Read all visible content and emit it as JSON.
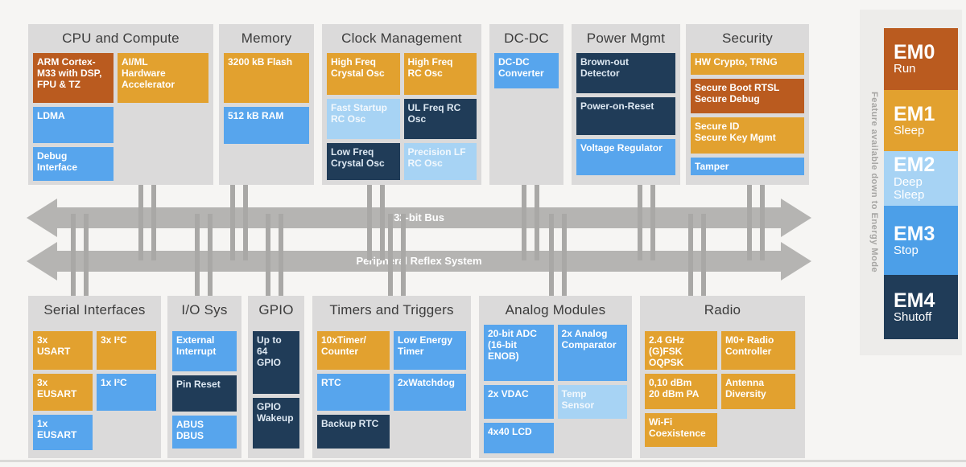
{
  "palette": {
    "gold": "#e2a12f",
    "rust": "#ba5b1f",
    "blue": "#57a5ed",
    "light_blue": "#a7d3f4",
    "navy": "#203c58",
    "em3_blue": "#4c9fe8",
    "section_bg": "#dbdada",
    "bus_gray": "#b5b4b2",
    "page_bg": "#f6f5f3"
  },
  "buses": [
    {
      "label": "32-bit Bus"
    },
    {
      "label": "Peripheral Reflex System"
    }
  ],
  "top_sections": [
    {
      "title": "CPU and Compute",
      "blocks": [
        {
          "label": "ARM Cortex-\nM33 with DSP,\nFPU & TZ",
          "color": "rust"
        },
        {
          "label": "AI/ML\nHardware\nAccelerator",
          "color": "gold"
        },
        {
          "label": "LDMA",
          "color": "blue"
        },
        {
          "label": "Debug\nInterface",
          "color": "blue"
        }
      ]
    },
    {
      "title": "Memory",
      "blocks": [
        {
          "label": "3200 kB Flash",
          "color": "gold"
        },
        {
          "label": "512 kB RAM",
          "color": "blue"
        }
      ]
    },
    {
      "title": "Clock Management",
      "blocks": [
        {
          "label": "High Freq\nCrystal Osc",
          "color": "gold"
        },
        {
          "label": "High Freq\nRC Osc",
          "color": "gold"
        },
        {
          "label": "Fast Startup\nRC Osc",
          "color": "light_blue"
        },
        {
          "label": "UL Freq RC\nOsc",
          "color": "navy"
        },
        {
          "label": "Low Freq\nCrystal Osc",
          "color": "navy"
        },
        {
          "label": "Precision LF\nRC Osc",
          "color": "light_blue"
        }
      ]
    },
    {
      "title": "DC-DC",
      "blocks": [
        {
          "label": "DC-DC\nConverter",
          "color": "blue"
        }
      ]
    },
    {
      "title": "Power Mgmt",
      "blocks": [
        {
          "label": "Brown-out\nDetector",
          "color": "navy"
        },
        {
          "label": "Power-on-Reset",
          "color": "navy"
        },
        {
          "label": "Voltage Regulator",
          "color": "blue"
        }
      ]
    },
    {
      "title": "Security",
      "blocks": [
        {
          "label": "HW Crypto, TRNG",
          "color": "gold"
        },
        {
          "label": "Secure Boot RTSL\nSecure Debug",
          "color": "rust"
        },
        {
          "label": "Secure ID\nSecure Key Mgmt",
          "color": "gold"
        },
        {
          "label": "Tamper",
          "color": "blue"
        }
      ]
    }
  ],
  "bottom_sections": [
    {
      "title": "Serial Interfaces",
      "blocks": [
        {
          "label": "3x\nUSART",
          "color": "gold"
        },
        {
          "label": "3x I²C",
          "color": "gold"
        },
        {
          "label": "3x\nEUSART",
          "color": "gold"
        },
        {
          "label": "1x I²C",
          "color": "blue"
        },
        {
          "label": "1x\nEUSART",
          "color": "blue"
        }
      ]
    },
    {
      "title": "I/O Sys",
      "blocks": [
        {
          "label": "External\nInterrupt",
          "color": "blue"
        },
        {
          "label": "Pin Reset",
          "color": "navy"
        },
        {
          "label": "ABUS\nDBUS",
          "color": "blue"
        }
      ]
    },
    {
      "title": "GPIO",
      "blocks": [
        {
          "label": "Up to\n64\nGPIO",
          "color": "navy"
        },
        {
          "label": "GPIO\nWakeup",
          "color": "navy"
        }
      ]
    },
    {
      "title": "Timers and Triggers",
      "blocks": [
        {
          "label": "10xTimer/\nCounter",
          "color": "gold"
        },
        {
          "label": "Low Energy\nTimer",
          "color": "blue"
        },
        {
          "label": "RTC",
          "color": "blue"
        },
        {
          "label": "2xWatchdog",
          "color": "blue"
        },
        {
          "label": "Backup RTC",
          "color": "navy"
        }
      ]
    },
    {
      "title": "Analog Modules",
      "blocks": [
        {
          "label": "20-bit ADC\n(16-bit\nENOB)",
          "color": "blue"
        },
        {
          "label": "2x Analog\nComparator",
          "color": "blue"
        },
        {
          "label": "2x VDAC",
          "color": "blue"
        },
        {
          "label": "Temp\nSensor",
          "color": "light_blue"
        },
        {
          "label": "4x40 LCD",
          "color": "blue"
        }
      ]
    },
    {
      "title": "Radio",
      "blocks": [
        {
          "label": "2.4 GHz\n(G)FSK\nOQPSK",
          "color": "gold"
        },
        {
          "label": "M0+ Radio\nController",
          "color": "gold"
        },
        {
          "label": "0,10 dBm\n20 dBm PA",
          "color": "gold"
        },
        {
          "label": "Antenna\nDiversity",
          "color": "gold"
        },
        {
          "label": "Wi-Fi\nCoexistence",
          "color": "gold"
        }
      ]
    }
  ],
  "energy_panel": {
    "caption": "Feature available down to Energy Mode",
    "modes": [
      {
        "name": "EM0",
        "state": "Run",
        "color": "rust"
      },
      {
        "name": "EM1",
        "state": "Sleep",
        "color": "gold"
      },
      {
        "name": "EM2",
        "state": "Deep\nSleep",
        "color": "light_blue"
      },
      {
        "name": "EM3",
        "state": "Stop",
        "color": "em3_blue"
      },
      {
        "name": "EM4",
        "state": "Shutoff",
        "color": "navy"
      }
    ]
  }
}
